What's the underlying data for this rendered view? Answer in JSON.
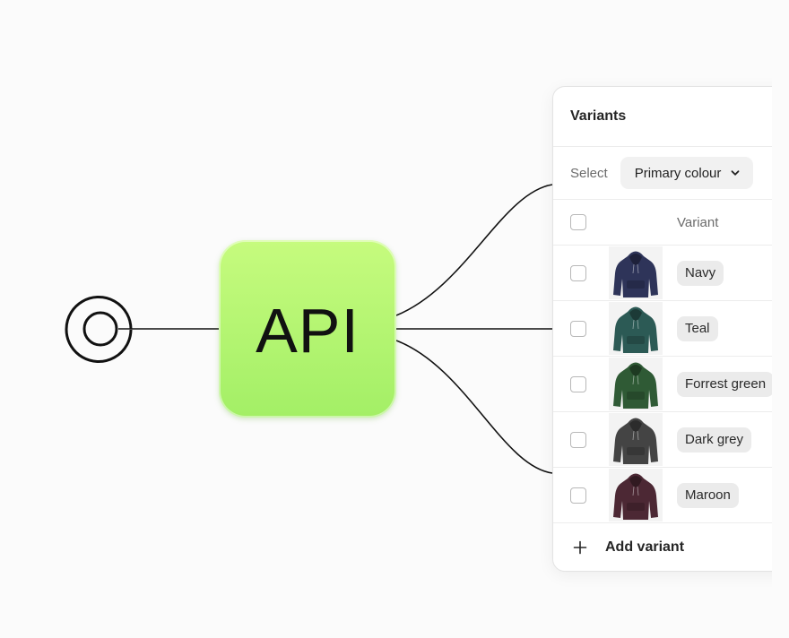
{
  "api_block": {
    "label": "API",
    "color_top": "#c6fb7e",
    "color_bottom": "#a3ef66"
  },
  "source_icon": "concentric-circle-icon",
  "panel": {
    "title": "Variants",
    "select": {
      "label": "Select",
      "value": "Primary colour"
    },
    "column_header": "Variant",
    "rows": [
      {
        "name": "Navy",
        "color": "#2e3459"
      },
      {
        "name": "Teal",
        "color": "#2c5a55"
      },
      {
        "name": "Forrest green",
        "color": "#2f5a35"
      },
      {
        "name": "Dark grey",
        "color": "#444444"
      },
      {
        "name": "Maroon",
        "color": "#4c2834"
      }
    ],
    "add_label": "Add variant"
  }
}
